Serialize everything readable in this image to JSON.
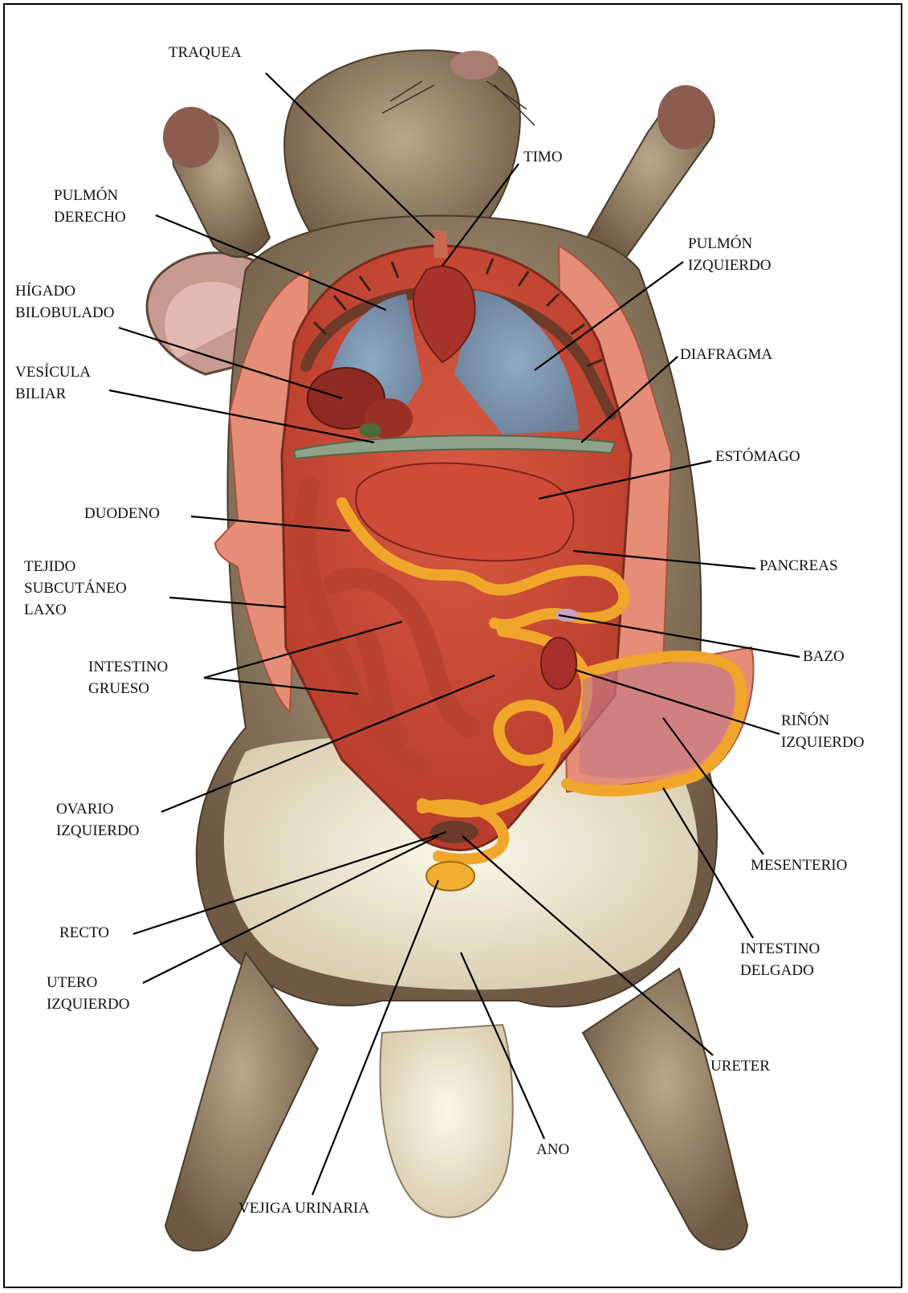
{
  "labels": {
    "traquea": "TRAQUEA",
    "timo": "TIMO",
    "pulmon_derecho": "PULMÓN\nDERECHO",
    "pulmon_izquierdo": "PULMÓN\nIZQUIERDO",
    "higado": "HÍGADO\nBILOBULADO",
    "diafragma": "DIAFRAGMA",
    "vesicula": "VESÍCULA\nBILIAR",
    "estomago": "ESTÓMAGO",
    "duodeno": "DUODENO",
    "pancreas": "PANCREAS",
    "tejido": "TEJIDO\nSUBCUTÁNEO\nLAXO",
    "bazo": "BAZO",
    "intestino_grueso": "INTESTINO\nGRUESO",
    "rinon": "RIÑÓN\nIZQUIERDO",
    "ovario": "OVARIO\nIZQUIERDO",
    "mesenterio": "MESENTERIO",
    "recto": "RECTO",
    "intestino_delgado": "INTESTINO\nDELGADO",
    "utero": "UTERO\nIZQUIERDO",
    "ureter": "URETER",
    "ano": "ANO",
    "vejiga": "VEJIGA URINARIA"
  }
}
